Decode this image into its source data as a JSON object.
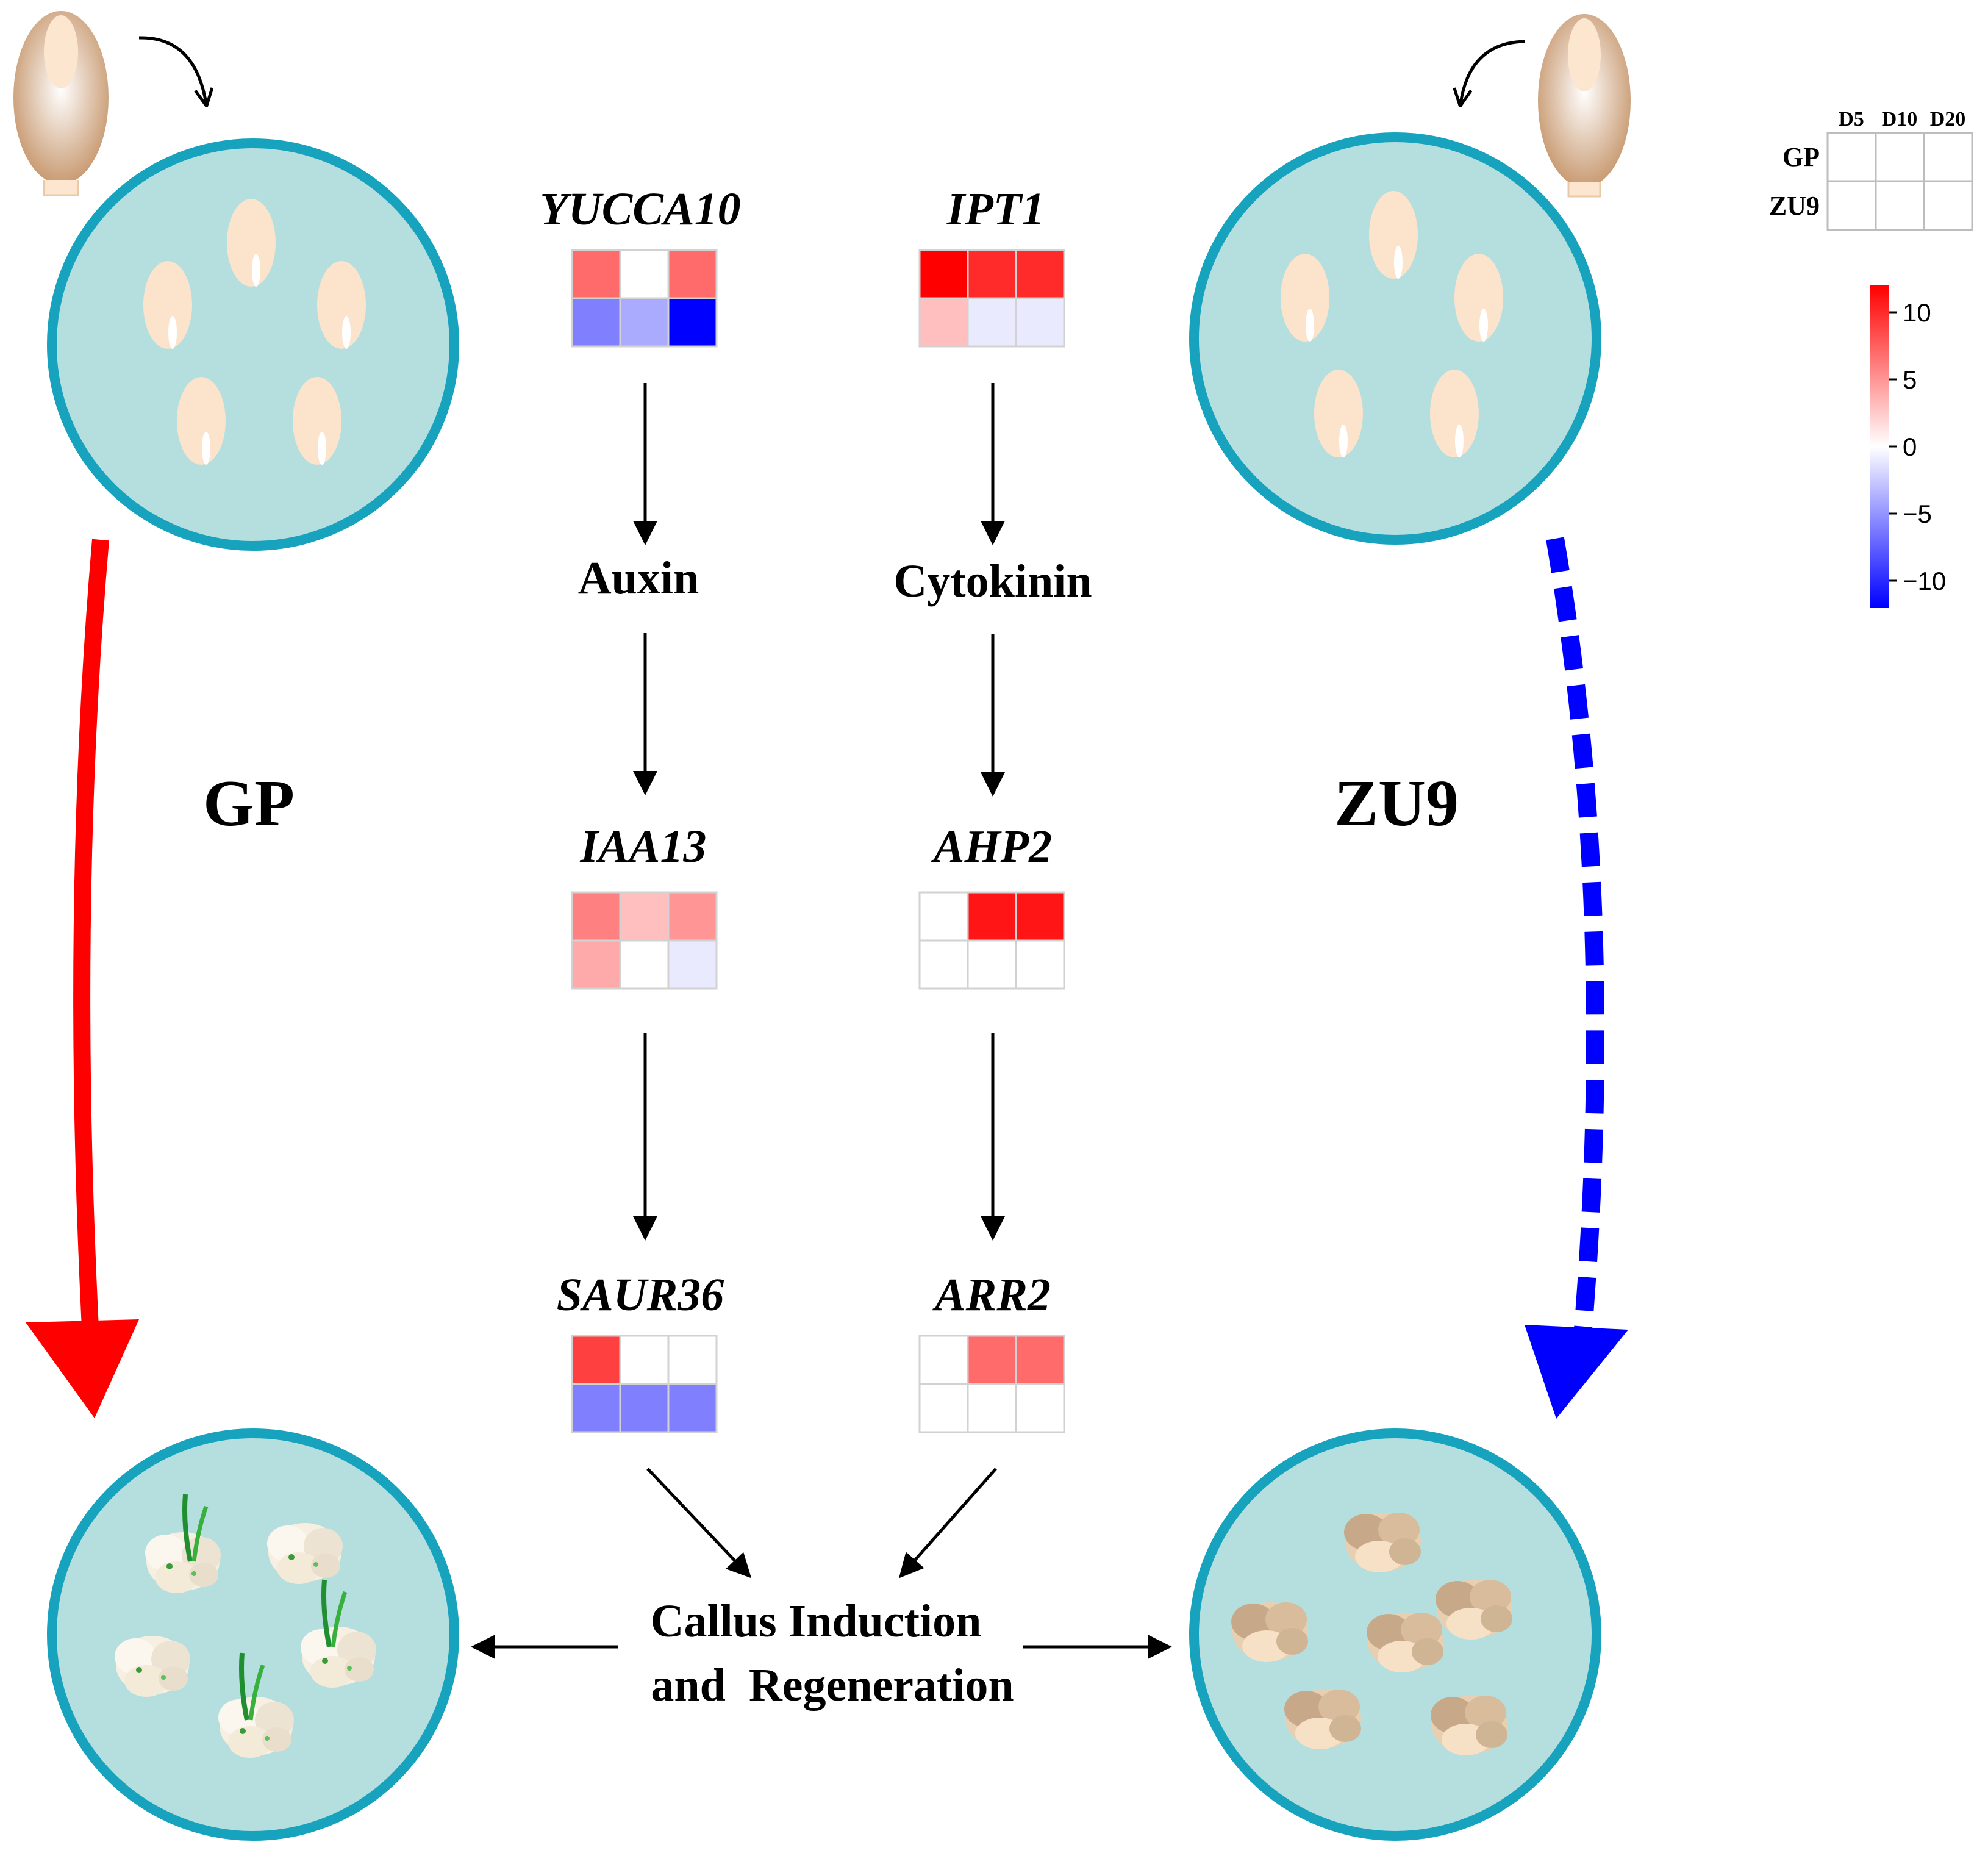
{
  "genes": {
    "auxin": [
      {
        "name": "YUCCA10",
        "gp": [
          7,
          0,
          7
        ],
        "zu9": [
          -6,
          -4,
          -12
        ]
      },
      {
        "name": "IAA13",
        "gp": [
          6,
          3,
          5
        ],
        "zu9": [
          4,
          0,
          -1
        ]
      },
      {
        "name": "SAUR36",
        "gp": [
          9,
          0,
          0
        ],
        "zu9": [
          -6,
          -6,
          -6
        ]
      }
    ],
    "cytokinin": [
      {
        "name": "IPT1",
        "gp": [
          12,
          10,
          10
        ],
        "zu9": [
          3,
          -1,
          -1
        ]
      },
      {
        "name": "AHP2",
        "gp": [
          0,
          11,
          11
        ],
        "zu9": [
          0,
          0,
          0
        ]
      },
      {
        "name": "ARR2",
        "gp": [
          0,
          7,
          7
        ],
        "zu9": [
          0,
          0,
          0
        ]
      }
    ]
  },
  "hormones": {
    "auxin": "Auxin",
    "cytokinin": "Cytokinin"
  },
  "outcome": {
    "line1": "Callus Induction",
    "line2": "and  Regeneration"
  },
  "strains": {
    "left": "GP",
    "right": "ZU9"
  },
  "legend": {
    "days": [
      "D5",
      "D10",
      "D20"
    ],
    "rows": [
      "GP",
      "ZU9"
    ],
    "scale_ticks": [
      "10",
      "5",
      "0",
      "−5",
      "−10"
    ],
    "scale_range": [
      -12,
      12
    ],
    "colors": {
      "high": "#ff0000",
      "mid": "#ffffff",
      "low": "#0000ff"
    }
  },
  "colors": {
    "dish_fill": "#b5dfdf",
    "dish_border": "#17a3bd",
    "strain_text": "#0d5a0d",
    "gp_arrow": "#ff0000",
    "zu9_arrow": "#0000ff",
    "seed": "#fbe3cc",
    "callus": "#f1ddc7"
  }
}
